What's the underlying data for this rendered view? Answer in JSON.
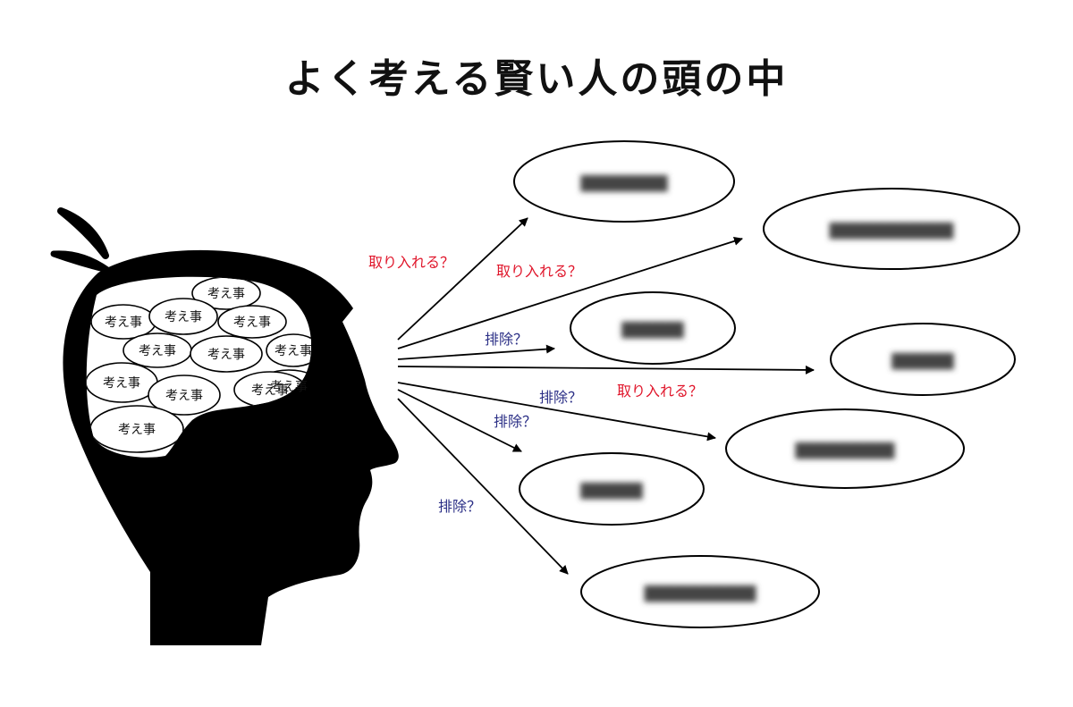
{
  "title": "よく考える賢い人の頭の中",
  "colors": {
    "accept": "#e0162b",
    "reject": "#2b2f86",
    "ink": "#000000"
  },
  "thought_label": "考え事",
  "labels": {
    "accept": "取り入れる？",
    "reject": "排除？"
  }
}
